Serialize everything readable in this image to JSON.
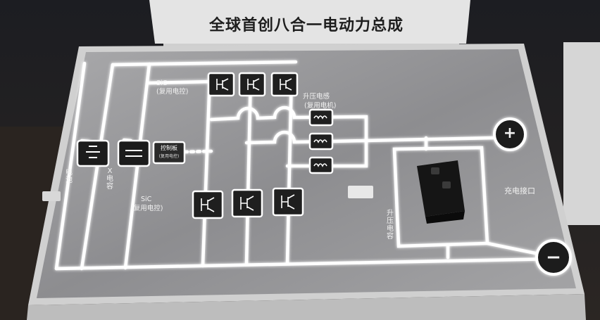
{
  "sign": {
    "text": "全球首创八合一电动力总成"
  },
  "board": {
    "battery_label": "电池",
    "x_capacitor_label": "X电容",
    "controller_label": "控制板",
    "controller_sublabel": "(复用电控)",
    "sic_top_label": "SiC",
    "sic_top_sublabel": "(复用电控)",
    "sic_bottom_label": "SiC",
    "sic_bottom_sublabel": "(复用电控)",
    "boost_inductor_label": "升压电感",
    "boost_inductor_sublabel": "(复用电机)",
    "boost_capacitor_label": "升压电容",
    "charge_port_label": "充电接口",
    "plus_symbol": "+",
    "minus_symbol": "−"
  },
  "colors": {
    "board_surface": "#9a9a9a",
    "led_line": "#ffffff",
    "frame": "#c8c8c8",
    "sign": "#e8e8e8"
  }
}
